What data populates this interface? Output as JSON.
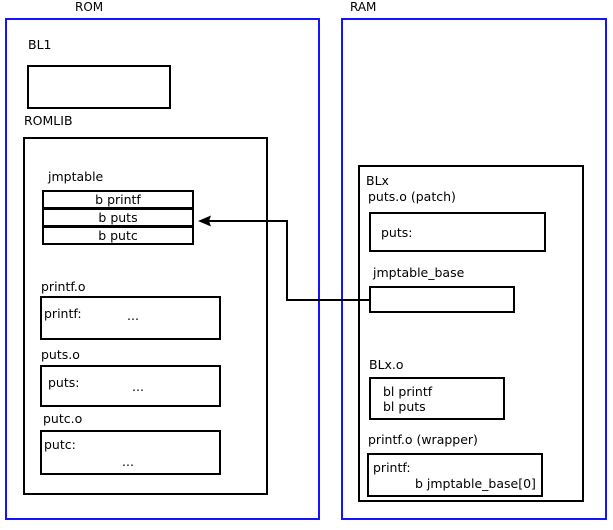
{
  "diagram": {
    "title": "ROM / RAM jump table patching diagram",
    "colors": {
      "region_border": "#1414ff",
      "box_border": "#000000",
      "background": "#ffffff"
    }
  },
  "regions": {
    "rom": {
      "label": "ROM"
    },
    "ram": {
      "label": "RAM"
    }
  },
  "rom": {
    "bl1": {
      "label": "BL1",
      "body": ""
    },
    "romlib": {
      "label": "ROMLIB",
      "jmptable": {
        "label": "jmptable",
        "entries": [
          {
            "text": "b printf"
          },
          {
            "text": "b puts"
          },
          {
            "text": "b putc"
          }
        ]
      },
      "objects": [
        {
          "label": "printf.o",
          "symbol": "printf:",
          "body": "..."
        },
        {
          "label": "puts.o",
          "symbol": "puts:",
          "body": "..."
        },
        {
          "label": "putc.o",
          "symbol": "putc:",
          "body": "..."
        }
      ]
    }
  },
  "ram": {
    "blx": {
      "label": "BLx",
      "puts_patch": {
        "label": "puts.o (patch)",
        "symbol": "puts:"
      },
      "jmptable_base": {
        "label": "jmptable_base",
        "body": ""
      },
      "blx_o": {
        "label": "BLx.o",
        "line1": "bl printf",
        "line2": "bl puts"
      },
      "printf_wrapper": {
        "label": "printf.o (wrapper)",
        "line1": "printf:",
        "line2": "b jmptable_base[0]"
      }
    }
  },
  "connector": {
    "name": "jmptable-base-to-jmptable-puts-arrow",
    "from": "jmptable_base",
    "to": "jmptable entry b puts"
  }
}
